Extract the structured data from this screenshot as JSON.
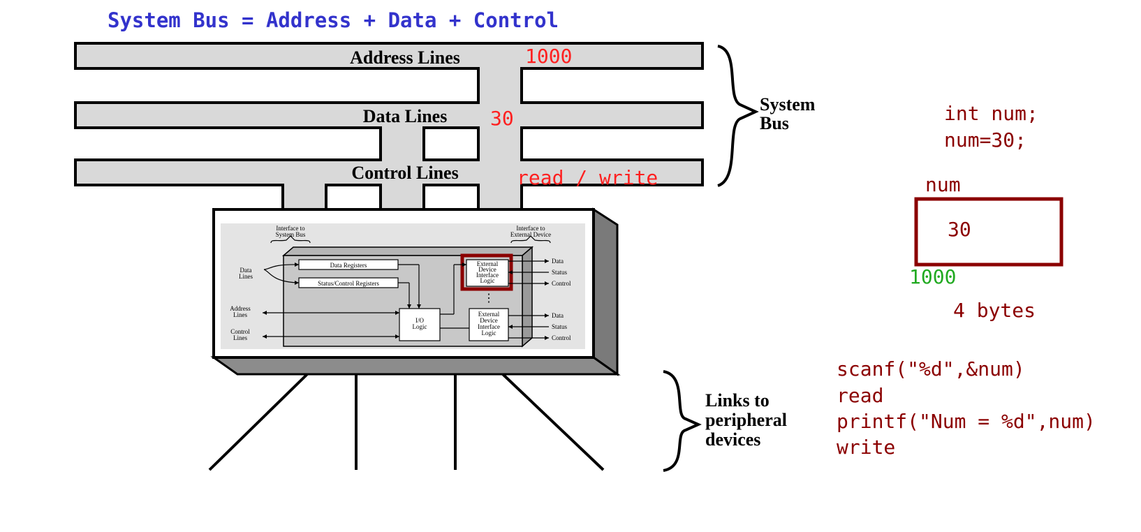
{
  "header": {
    "title": "System Bus = Address + Data + Control"
  },
  "bus": {
    "address_label": "Address Lines",
    "data_label": "Data Lines",
    "control_label": "Control Lines",
    "brace_label_line1": "System",
    "brace_label_line2": "Bus"
  },
  "bus_values": {
    "address": "1000",
    "data": "30",
    "control": "read / write"
  },
  "module": {
    "interface_system_bus_1": "Interface to",
    "interface_system_bus_2": "System Bus",
    "interface_external_1": "Interface to",
    "interface_external_2": "External Device",
    "data_lines_1": "Data",
    "data_lines_2": "Lines",
    "data_registers": "Data Registers",
    "status_control_registers": "Status/Control Registers",
    "address_lines_1": "Address",
    "address_lines_2": "Lines",
    "control_lines_1": "Control",
    "control_lines_2": "Lines",
    "io_logic_1": "I/O",
    "io_logic_2": "Logic",
    "ext_logic_1": [
      "External",
      "Device",
      "Interface",
      "Logic"
    ],
    "ext_logic_2": [
      "External",
      "Device",
      "Interface",
      "Logic"
    ],
    "ext_signals_1": [
      "Data",
      "Status",
      "Control"
    ],
    "ext_signals_2": [
      "Data",
      "Status",
      "Control"
    ],
    "ellipsis": "⋮"
  },
  "peripheral": {
    "line1": "Links to",
    "line2": "peripheral",
    "line3": "devices"
  },
  "code": {
    "decl": "int num;",
    "assign": "num=30;",
    "var_name": "num",
    "var_value": "30",
    "address": "1000",
    "size": "4 bytes",
    "scanf": "scanf(\"%d\",&num)",
    "read": "read",
    "printf": "printf(\"Num = %d\",num)",
    "write": "write"
  },
  "colors": {
    "title": "#3333cc",
    "annotation_red": "#ff2020",
    "code_maroon": "#8b0000",
    "address_green": "#22aa22",
    "bus_fill": "#d9d9d9",
    "highlight": "#8b0000"
  }
}
